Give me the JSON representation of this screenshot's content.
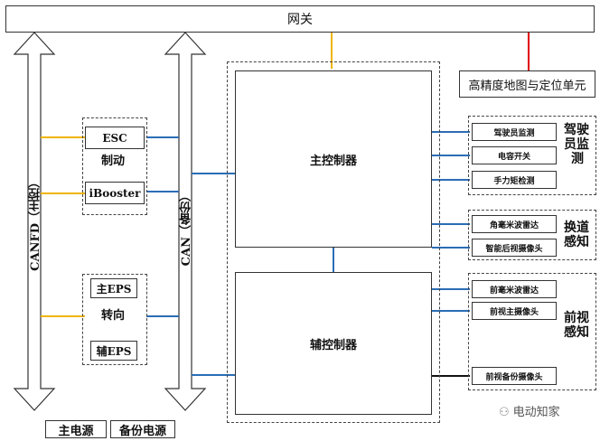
{
  "gateway": "网关",
  "map_unit": "高精度地图与定位单元",
  "canfd_label": "CANFD（主控）",
  "can_label": "CAN（备份）",
  "brake": {
    "esc": "ESC",
    "group": "制动",
    "ibooster": "iBooster"
  },
  "steer": {
    "main_eps": "主EPS",
    "group": "转向",
    "aux_eps": "辅EPS"
  },
  "main_controller": "主控制器",
  "aux_controller": "辅控制器",
  "driver_monitor": {
    "title_lines": [
      "驾驶",
      "员监",
      "测"
    ],
    "items": [
      "驾驶员监测",
      "电容开关",
      "手力矩检测"
    ]
  },
  "lane_change": {
    "title_lines": [
      "换道",
      "感知"
    ],
    "items": [
      "角毫米波雷达",
      "智能后视摄像头"
    ]
  },
  "front_perception": {
    "title_lines": [
      "前视",
      "感知"
    ],
    "items": [
      "前毫米波雷达",
      "前视主摄像头",
      "前视备份摄像头"
    ]
  },
  "power": {
    "main": "主电源",
    "backup": "备份电源"
  },
  "watermark": "电动知家",
  "colors": {
    "can_main": "#f0b400",
    "can_backup": "#2a6db5",
    "map_link": "#e00000",
    "line": "#333333"
  }
}
